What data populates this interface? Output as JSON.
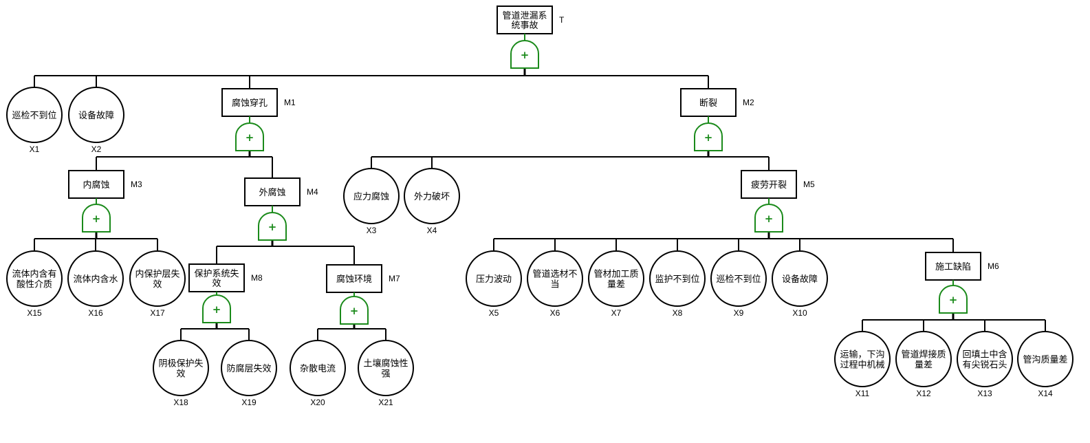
{
  "colors": {
    "gate": "#1a8a1a",
    "line": "#000000",
    "fill": "#ffffff"
  },
  "gate_symbol": "+",
  "gate_type": "OR",
  "events": {
    "T": {
      "code": "T",
      "label": [
        "管道泄漏系",
        "统事故"
      ],
      "type": "top"
    },
    "M1": {
      "code": "M1",
      "label": [
        "腐蚀穿孔"
      ],
      "type": "intermediate"
    },
    "M2": {
      "code": "M2",
      "label": [
        "断裂"
      ],
      "type": "intermediate"
    },
    "M3": {
      "code": "M3",
      "label": [
        "内腐蚀"
      ],
      "type": "intermediate"
    },
    "M4": {
      "code": "M4",
      "label": [
        "外腐蚀"
      ],
      "type": "intermediate"
    },
    "M5": {
      "code": "M5",
      "label": [
        "疲劳开裂"
      ],
      "type": "intermediate"
    },
    "M6": {
      "code": "M6",
      "label": [
        "施工缺陷"
      ],
      "type": "intermediate"
    },
    "M7": {
      "code": "M7",
      "label": [
        "腐蚀环境"
      ],
      "type": "intermediate"
    },
    "M8": {
      "code": "M8",
      "label": [
        "保护系统失",
        "效"
      ],
      "type": "intermediate"
    },
    "X1": {
      "code": "X1",
      "label": [
        "巡检不到位"
      ],
      "type": "basic"
    },
    "X2": {
      "code": "X2",
      "label": [
        "设备故障"
      ],
      "type": "basic"
    },
    "X3": {
      "code": "X3",
      "label": [
        "应力腐蚀"
      ],
      "type": "basic"
    },
    "X4": {
      "code": "X4",
      "label": [
        "外力破坏"
      ],
      "type": "basic"
    },
    "X5": {
      "code": "X5",
      "label": [
        "压力波动"
      ],
      "type": "basic"
    },
    "X6": {
      "code": "X6",
      "label": [
        "管道选材不",
        "当"
      ],
      "type": "basic"
    },
    "X7": {
      "code": "X7",
      "label": [
        "管材加工质",
        "量差"
      ],
      "type": "basic"
    },
    "X8": {
      "code": "X8",
      "label": [
        "监护不到位"
      ],
      "type": "basic"
    },
    "X9": {
      "code": "X9",
      "label": [
        "巡检不到位"
      ],
      "type": "basic"
    },
    "X10": {
      "code": "X10",
      "label": [
        "设备故障"
      ],
      "type": "basic"
    },
    "X11": {
      "code": "X11",
      "label": [
        "运输，下沟",
        "过程中机械"
      ],
      "type": "basic"
    },
    "X12": {
      "code": "X12",
      "label": [
        "管道焊接质",
        "量差"
      ],
      "type": "basic"
    },
    "X13": {
      "code": "X13",
      "label": [
        "回填土中含",
        "有尖锐石头"
      ],
      "type": "basic"
    },
    "X14": {
      "code": "X14",
      "label": [
        "管沟质量差"
      ],
      "type": "basic"
    },
    "X15": {
      "code": "X15",
      "label": [
        "流体内含有",
        "酸性介质"
      ],
      "type": "basic"
    },
    "X16": {
      "code": "X16",
      "label": [
        "流体内含水"
      ],
      "type": "basic"
    },
    "X17": {
      "code": "X17",
      "label": [
        "内保护层失",
        "效"
      ],
      "type": "basic"
    },
    "X18": {
      "code": "X18",
      "label": [
        "阴极保护失",
        "效"
      ],
      "type": "basic"
    },
    "X19": {
      "code": "X19",
      "label": [
        "防腐层失效"
      ],
      "type": "basic"
    },
    "X20": {
      "code": "X20",
      "label": [
        "杂散电流"
      ],
      "type": "basic"
    },
    "X21": {
      "code": "X21",
      "label": [
        "土壤腐蚀性",
        "强"
      ],
      "type": "basic"
    }
  },
  "structure": {
    "T": [
      "X1",
      "X2",
      "M1",
      "M2"
    ],
    "M1": [
      "M3",
      "M4"
    ],
    "M2": [
      "X3",
      "X4",
      "M5"
    ],
    "M3": [
      "X15",
      "X16",
      "X17"
    ],
    "M4": [
      "M8",
      "M7"
    ],
    "M5": [
      "X5",
      "X6",
      "X7",
      "X8",
      "X9",
      "X10",
      "M6"
    ],
    "M6": [
      "X11",
      "X12",
      "X13",
      "X14"
    ],
    "M7": [
      "X20",
      "X21"
    ],
    "M8": [
      "X18",
      "X19"
    ]
  }
}
